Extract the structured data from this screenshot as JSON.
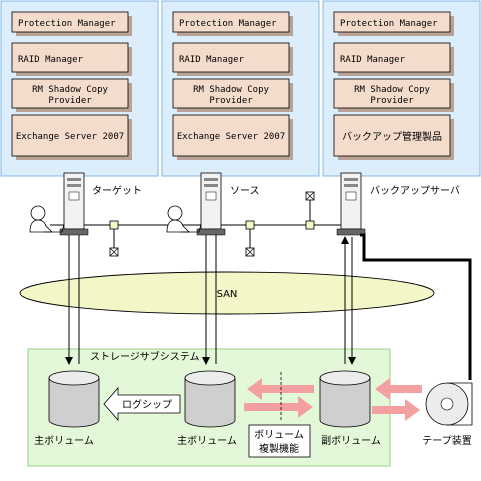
{
  "colors": {
    "host_panel": "#dcedfb",
    "host_panel_border": "#86b8e4",
    "module": "#f4dccd",
    "module_shadow": "#b9a396",
    "san": "#f3f7c8",
    "storage_panel": "#e3f8d8",
    "storage_border": "#9ccf8a",
    "arrow_red": "#f4a0a0"
  },
  "hosts": [
    {
      "modules": [
        "Protection Manager",
        "RAID Manager",
        "RM Shadow Copy Provider",
        "Exchange Server 2007"
      ],
      "label": "ターゲット"
    },
    {
      "modules": [
        "Protection Manager",
        "RAID Manager",
        "RM Shadow Copy Provider",
        "Exchange Server 2007"
      ],
      "label": "ソース"
    },
    {
      "modules": [
        "Protection Manager",
        "RAID Manager",
        "RM Shadow Copy Provider",
        "バックアップ管理製品"
      ],
      "label": "バックアップサーバ"
    }
  ],
  "san_label": "SAN",
  "storage": {
    "title": "ストレージサブシステム",
    "volumes": [
      "主ボリューム",
      "主ボリューム",
      "副ボリューム"
    ],
    "log_ship": "ログシップ",
    "replication": [
      "ボリューム",
      "複製機能"
    ]
  },
  "tape_label": "テープ装置"
}
